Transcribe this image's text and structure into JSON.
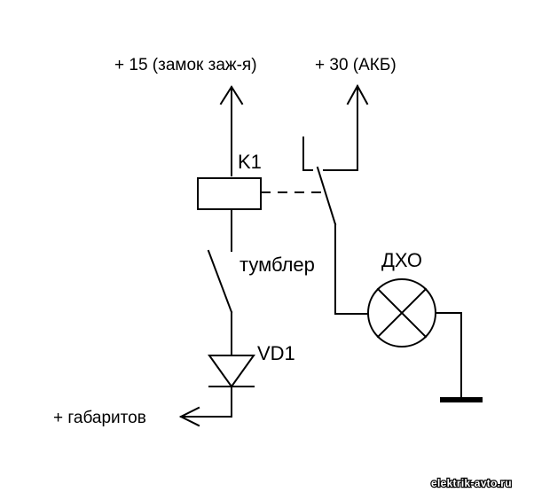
{
  "labels": {
    "plus15": "+ 15 (замок заж-я)",
    "plus30": "+ 30 (АКБ)",
    "relay": "K1",
    "switch": "тумблер",
    "lamp": "ДХО",
    "diode": "VD1",
    "parking": "+ габаритов"
  },
  "watermark": "elektrik-avto.ru",
  "colors": {
    "ink": "#000000",
    "background": "#ffffff"
  }
}
